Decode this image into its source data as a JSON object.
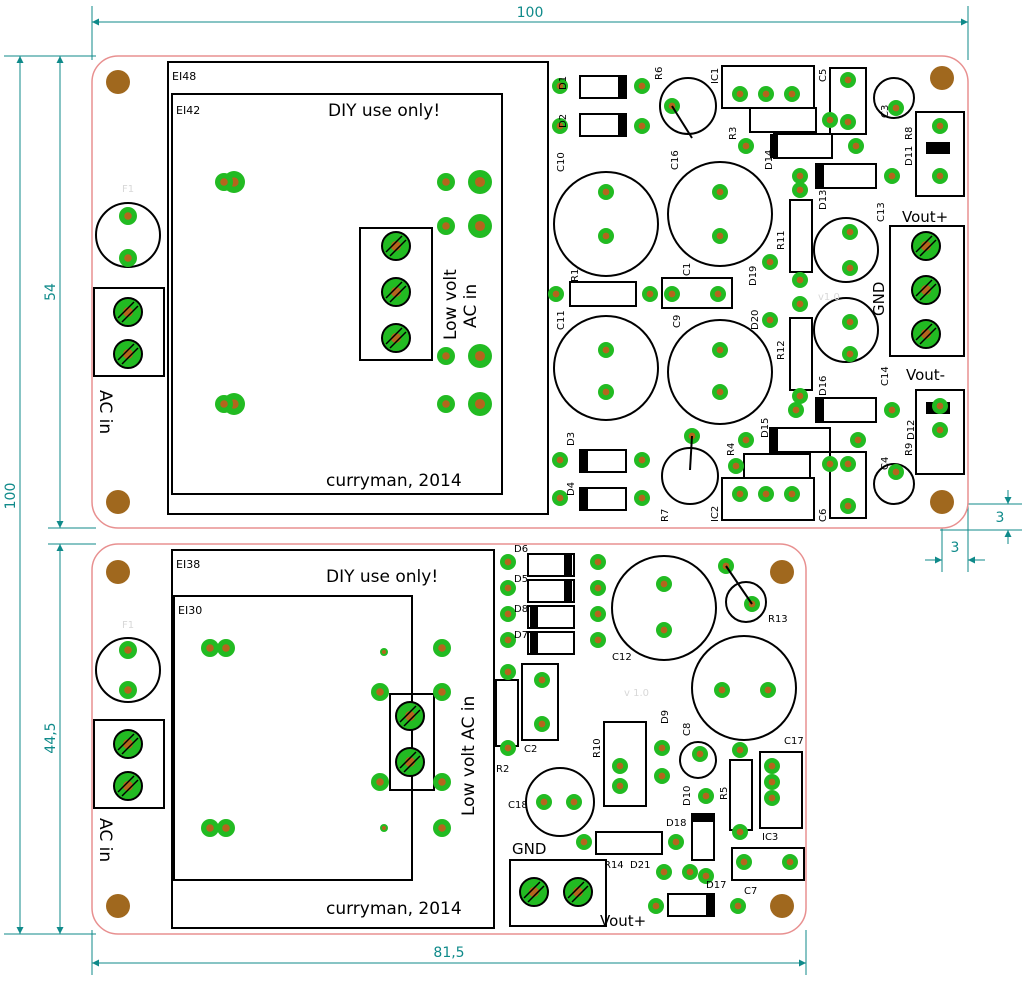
{
  "dimensions": {
    "top_width": "100",
    "height_upper": "54",
    "height_total": "100",
    "height_lower": "44,5",
    "bottom_width": "81,5",
    "corner_a": "3",
    "corner_b": "3"
  },
  "colors": {
    "board_outline": "#e89090",
    "dimension": "#0f8a8a",
    "pad": "#22bb22",
    "drill": "#b5651d",
    "mount_hole": "#a0681e",
    "silkscreen": "#000000"
  },
  "upper_board": {
    "transformer_outer": "EI48",
    "transformer_inner": "EI42",
    "diy_text": "DIY use only!",
    "credit": "curryman, 2014",
    "low_volt_line1": "Low volt",
    "low_volt_line2": "AC in",
    "ac_in": "AC in",
    "vout_plus": "Vout+",
    "gnd": "GND",
    "vout_minus": "Vout-",
    "fuse": "F1",
    "version": "v1.0",
    "refs": [
      "D1",
      "D2",
      "R6",
      "IC1",
      "C5",
      "C3",
      "R8",
      "R3",
      "D14",
      "D11",
      "C10",
      "C16",
      "D13",
      "C13",
      "R11",
      "D19",
      "R1",
      "C1",
      "D20",
      "C11",
      "C9",
      "R12",
      "D16",
      "C14",
      "D15",
      "R4",
      "C4",
      "D12",
      "R9",
      "D3",
      "D4",
      "R7",
      "IC2",
      "C6"
    ]
  },
  "lower_board": {
    "transformer_outer": "EI38",
    "transformer_inner": "EI30",
    "diy_text": "DIY use only!",
    "credit": "curryman, 2014",
    "low_volt": "Low volt AC in",
    "ac_in": "AC in",
    "gnd": "GND",
    "vout_plus": "Vout+",
    "fuse": "F1",
    "version": "v 1.0",
    "refs": [
      "D6",
      "D5",
      "D8",
      "D7",
      "R13",
      "C12",
      "R2",
      "C2",
      "R10",
      "D9",
      "C8",
      "C17",
      "R5",
      "C18",
      "D10",
      "D18",
      "IC3",
      "R14",
      "D21",
      "D17",
      "C7"
    ]
  }
}
